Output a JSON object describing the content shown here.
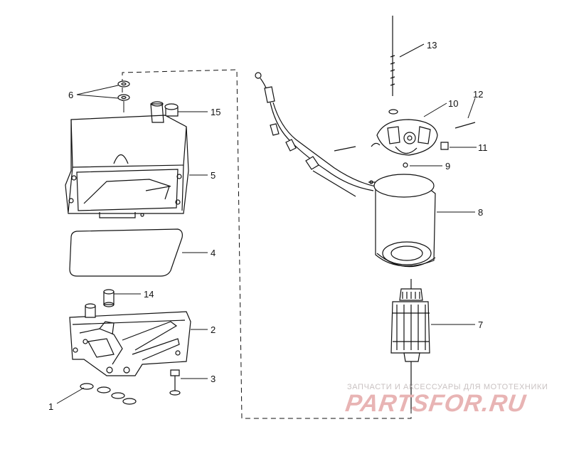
{
  "diagram": {
    "callouts": [
      {
        "id": "1",
        "text": "1"
      },
      {
        "id": "2",
        "text": "2"
      },
      {
        "id": "3",
        "text": "3"
      },
      {
        "id": "4",
        "text": "4"
      },
      {
        "id": "5",
        "text": "5"
      },
      {
        "id": "6",
        "text": "6"
      },
      {
        "id": "7",
        "text": "7"
      },
      {
        "id": "8",
        "text": "8"
      },
      {
        "id": "9",
        "text": "9"
      },
      {
        "id": "10",
        "text": "10"
      },
      {
        "id": "11",
        "text": "11"
      },
      {
        "id": "12",
        "text": "12"
      },
      {
        "id": "13",
        "text": "13"
      },
      {
        "id": "14",
        "text": "14"
      },
      {
        "id": "15",
        "text": "15"
      }
    ]
  },
  "watermark": {
    "caption": "ЗАПЧАСТИ И АКСЕССУАРЫ ДЛЯ МОТОТЕХНИКИ",
    "logo": "PARTSFOR.RU",
    "color": "#e8b4b4"
  },
  "colors": {
    "ink": "#111111",
    "background": "#ffffff"
  }
}
